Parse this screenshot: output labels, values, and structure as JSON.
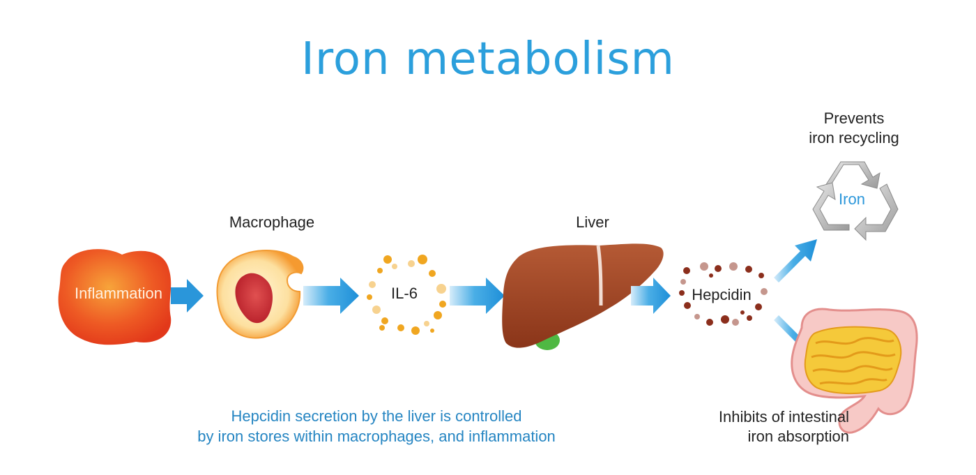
{
  "title": "Iron metabolism",
  "nodes": {
    "inflammation": "Inflammation",
    "macrophage": "Macrophage",
    "il6": "IL-6",
    "liver": "Liver",
    "hepcidin": "Hepcidin",
    "recycling_label_line1": "Prevents",
    "recycling_label_line2": "iron recycling",
    "recycling_center": "Iron",
    "intestine_label_line1": "Inhibits of intestinal",
    "intestine_label_line2": "iron absorption"
  },
  "caption": {
    "line1": "Hepcidin secretion by the liver is controlled",
    "line2": "by iron stores within macrophages, and inflammation"
  },
  "colors": {
    "title": "#2b9fdc",
    "arrow": "#2a96da",
    "caption": "#2585c2",
    "liver": "#9a3f22",
    "inflammation": "#e9401c",
    "il6_dots": "#f0a620",
    "hepcidin_dots": "#8b2e1c"
  }
}
